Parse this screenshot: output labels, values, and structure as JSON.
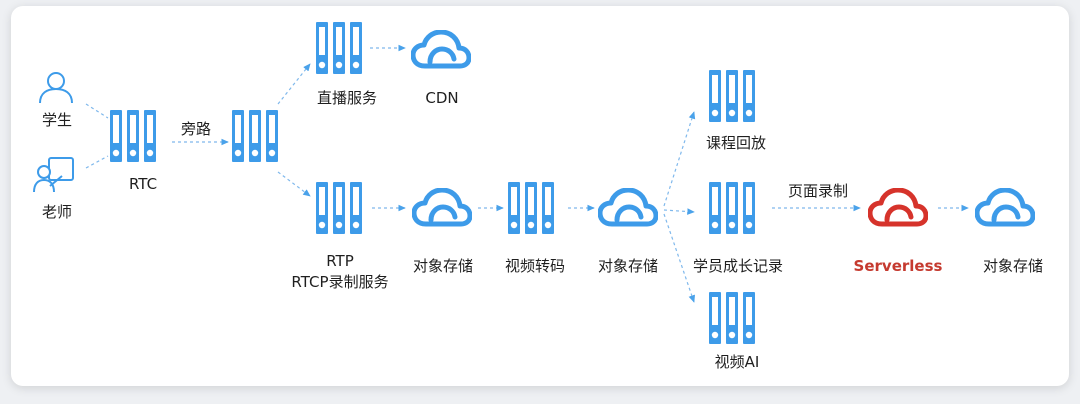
{
  "colors": {
    "accent": "#3d9be9",
    "highlight": "#d6332b",
    "text": "#1f1f1f",
    "arrow": "#7fb8ec"
  },
  "nodes": {
    "student": {
      "label": "学生",
      "icon": "user-icon"
    },
    "teacher": {
      "label": "老师",
      "icon": "teacher-icon"
    },
    "rtc": {
      "label": "RTC",
      "icon": "server-icon"
    },
    "bypass_server": {
      "icon": "server-icon"
    },
    "live_service": {
      "label": "直播服务",
      "icon": "server-icon"
    },
    "cdn": {
      "label": "CDN",
      "icon": "cloud-icon"
    },
    "rtp_record": {
      "label_line1": "RTP",
      "label_line2": "RTCP录制服务",
      "icon": "server-icon"
    },
    "storage1": {
      "label": "对象存储",
      "icon": "cloud-icon"
    },
    "transcode": {
      "label": "视频转码",
      "icon": "server-icon"
    },
    "storage2": {
      "label": "对象存储",
      "icon": "cloud-icon"
    },
    "replay": {
      "label": "课程回放",
      "icon": "server-icon"
    },
    "growth": {
      "label": "学员成长记录",
      "icon": "server-icon"
    },
    "video_ai": {
      "label": "视频AI",
      "icon": "server-icon"
    },
    "serverless": {
      "label": "Serverless",
      "icon": "cloud-icon"
    },
    "storage3": {
      "label": "对象存储",
      "icon": "cloud-icon"
    }
  },
  "edges": {
    "bypass_label": "旁路",
    "page_record_label": "页面录制"
  }
}
